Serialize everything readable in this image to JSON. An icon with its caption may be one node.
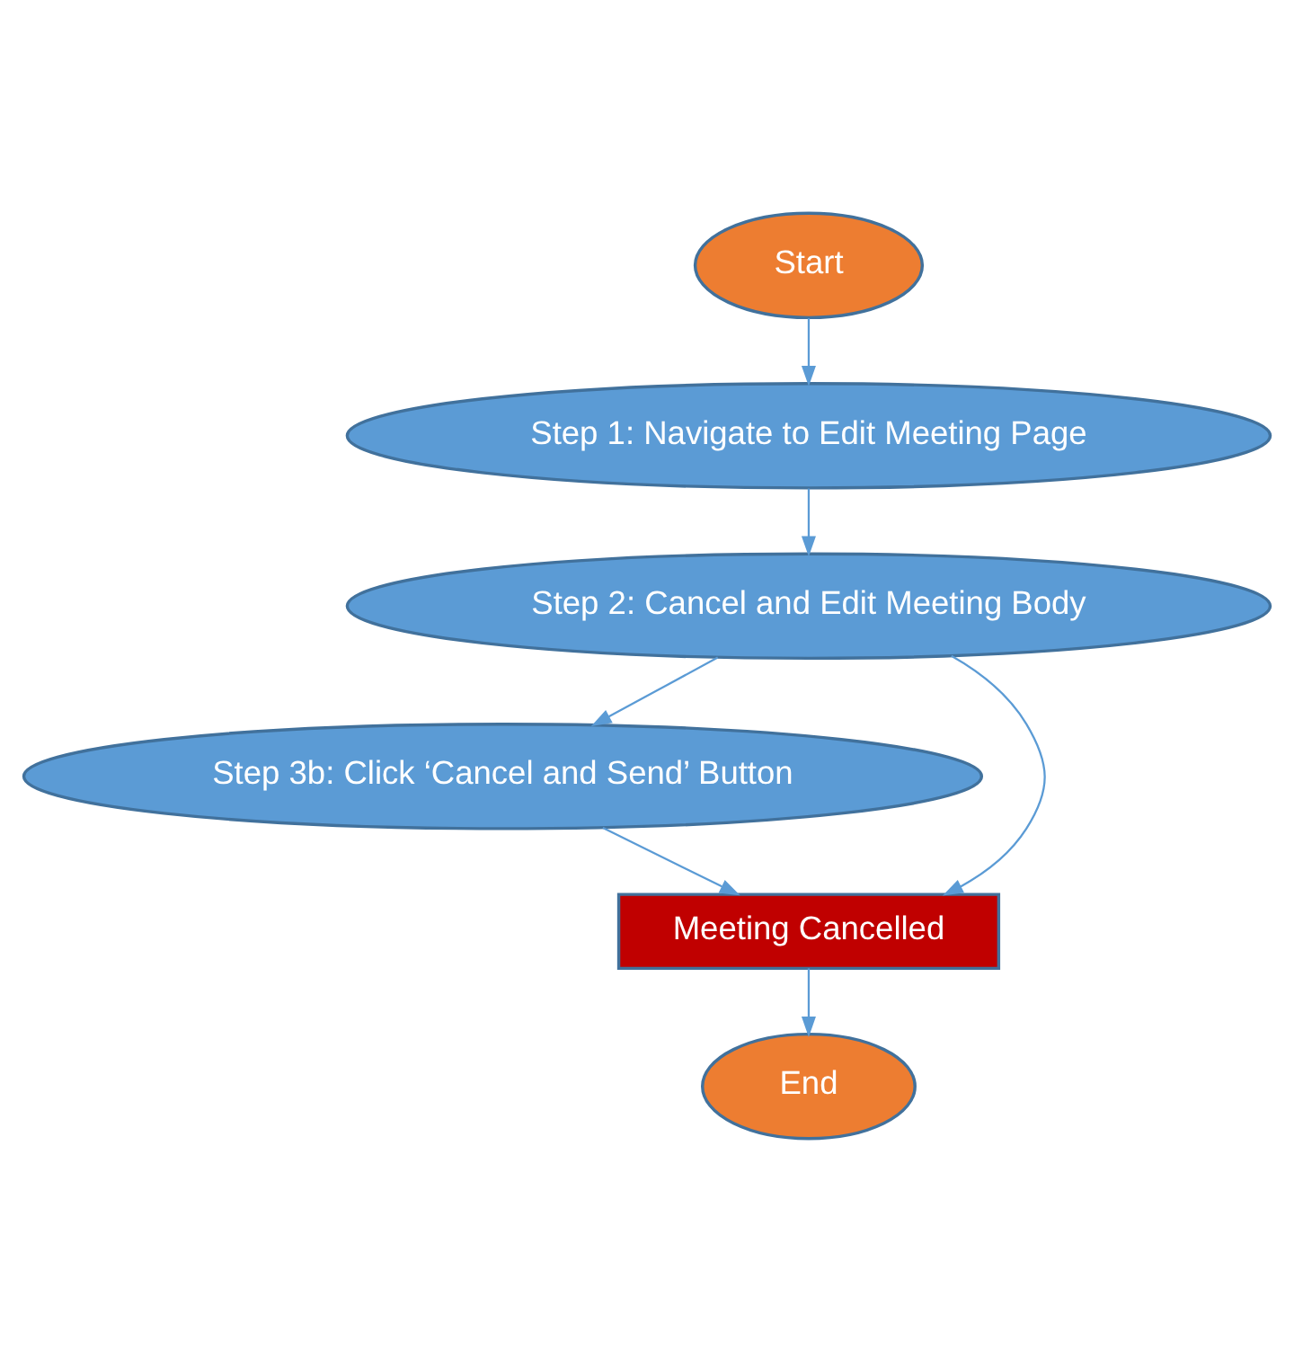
{
  "diagram": {
    "nodes": [
      {
        "text": [
          "Start"
        ]
      },
      {
        "text": [
          "Step 1: Navigate to Edit Meeting Page"
        ]
      },
      {
        "text": [
          "Step 2: Cancel and Edit Meeting Body"
        ]
      },
      {
        "text": [
          "Step 3b: Click ‘Cancel and Send’ Button"
        ]
      },
      {
        "text": [
          "Meeting Cancelled"
        ]
      },
      {
        "text": [
          "End"
        ]
      }
    ],
    "edges": [
      {
        "from": 0,
        "to": 1,
        "arrow": "to"
      },
      {
        "from": 1,
        "to": 2,
        "arrow": "to"
      },
      {
        "from": 2,
        "to": 3,
        "arrow": "to"
      },
      {
        "from": 3,
        "to": 4,
        "arrow": "to"
      },
      {
        "from": 2,
        "to": 4,
        "arrow": "to"
      },
      {
        "from": 4,
        "to": 5,
        "arrow": "to"
      }
    ]
  }
}
